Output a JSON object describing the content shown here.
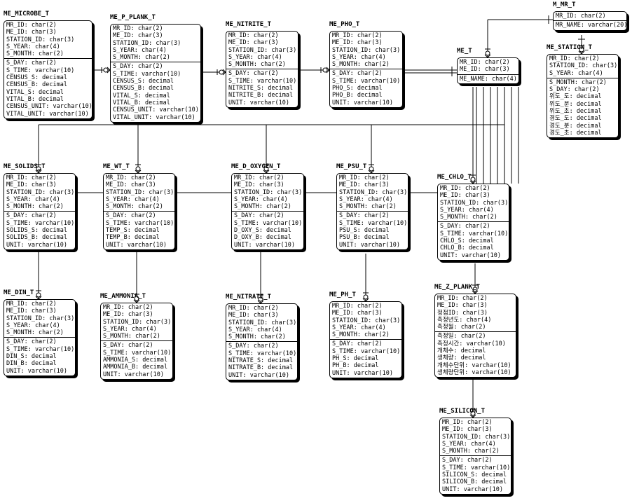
{
  "entities": {
    "microbe": {
      "name": "ME_MICROBE_T",
      "pk": [
        "MR_ID: char(2)",
        "ME_ID: char(3)",
        "STATION_ID: char(3)",
        "S_YEAR: char(4)",
        "S_MONTH: char(2)"
      ],
      "attrs": [
        "S_DAY: char(2)",
        "S_TIME: varchar(10)",
        "CENSUS_S: decimal",
        "CENSUS_B: decimal",
        "VITAL_S: decimal",
        "VITAL_B: decimal",
        "CENSUS_UNIT: varchar(10)",
        "VITAL_UNIT: varchar(10)"
      ]
    },
    "p_plank": {
      "name": "ME_P_PLANK_T",
      "pk": [
        "MR_ID: char(2)",
        "ME_ID: char(3)",
        "STATION_ID: char(3)",
        "S_YEAR: char(4)",
        "S_MONTH: char(2)"
      ],
      "attrs": [
        "S_DAY: char(2)",
        "S_TIME: varchar(10)",
        "CENSUS_S: decimal",
        "CENSUS_B: decimal",
        "VITAL_S: decimal",
        "VITAL_B: decimal",
        "CENSUS_UNIT: varchar(10)",
        "VITAL_UNIT: varchar(10)"
      ]
    },
    "nitrite": {
      "name": "ME_NITRITE_T",
      "pk": [
        "MR_ID: char(2)",
        "ME_ID: char(3)",
        "STATION_ID: char(3)",
        "S_YEAR: char(4)",
        "S_MONTH: char(2)"
      ],
      "attrs": [
        "S_DAY: char(2)",
        "S_TIME: varchar(10)",
        "NITRITE_S: decimal",
        "NITRITE_B: decimal",
        "UNIT: varchar(10)"
      ]
    },
    "pho": {
      "name": "ME_PHO_T",
      "pk": [
        "MR_ID: char(2)",
        "ME_ID: char(3)",
        "STATION_ID: char(3)",
        "S_YEAR: char(4)",
        "S_MONTH: char(2)"
      ],
      "attrs": [
        "S_DAY: char(2)",
        "S_TIME: varchar(10)",
        "PHO_S: decimal",
        "PHO_B: decimal",
        "UNIT: varchar(10)"
      ]
    },
    "me": {
      "name": "ME_T",
      "pk": [
        "MR_ID: char(2)",
        "ME_ID: char(3)"
      ],
      "attrs": [
        "ME_NAME: char(4)"
      ]
    },
    "mr": {
      "name": "M_MR_T",
      "pk": [
        "MR_ID: char(2)"
      ],
      "attrs": [
        "MR_NAME: varchar(20)"
      ]
    },
    "station": {
      "name": "ME_STATION_T",
      "pk": [
        "MR_ID: char(2)",
        "STATION_ID: char(3)",
        "S_YEAR: char(4)"
      ],
      "attrs": [
        "S_MONTH: char(2)",
        "S_DAY: char(2)",
        "위도_도: decimal",
        "위도_분: decimal",
        "위도_초: decimal",
        "경도_도: decimal",
        "경도_분: decimal",
        "경도_초: decimal"
      ]
    },
    "solids": {
      "name": "ME_SOLIDS_T",
      "pk": [
        "MR_ID: char(2)",
        "ME_ID: char(3)",
        "STATION_ID: char(3)",
        "S_YEAR: char(4)",
        "S_MONTH: char(2)"
      ],
      "attrs": [
        "S_DAY: char(2)",
        "S_TIME: varchar(10)",
        "SOLIDS_S: decimal",
        "SOLIDS_B: decimal",
        "UNIT: varchar(10)"
      ]
    },
    "wt": {
      "name": "ME_WT_T",
      "pk": [
        "MR_ID: char(2)",
        "ME_ID: char(3)",
        "STATION_ID: char(3)",
        "S_YEAR: char(4)",
        "S_MONTH: char(2)"
      ],
      "attrs": [
        "S_DAY: char(2)",
        "S_TIME: varchar(10)",
        "TEMP_S: decimal",
        "TEMP_B: decimal",
        "UNIT: varchar(10)"
      ]
    },
    "d_oxygen": {
      "name": "ME_D_OXYGEN_T",
      "pk": [
        "MR_ID: char(2)",
        "ME_ID: char(3)",
        "STATION_ID: char(3)",
        "S_YEAR: char(4)",
        "S_MONTH: char(2)"
      ],
      "attrs": [
        "S_DAY: char(2)",
        "S_TIME: varchar(10)",
        "D_OXY_S: decimal",
        "D_OXY_B: decimal",
        "UNIT: varchar(10)"
      ]
    },
    "psu": {
      "name": "ME_PSU_T",
      "pk": [
        "MR_ID: char(2)",
        "ME_ID: char(3)",
        "STATION_ID: char(3)",
        "S_YEAR: char(4)",
        "S_MONTH: char(2)"
      ],
      "attrs": [
        "S_DAY: char(2)",
        "S_TIME: varchar(10)",
        "PSU_S: decimal",
        "PSU_B: decimal",
        "UNIT: varchar(10)"
      ]
    },
    "chlo": {
      "name": "ME_CHLO_T",
      "pk": [
        "MR_ID: char(2)",
        "ME_ID: char(3)",
        "STATION_ID: char(3)",
        "S_YEAR: char(4)",
        "S_MONTH: char(2)"
      ],
      "attrs": [
        "S_DAY: char(2)",
        "S_TIME: varchar(10)",
        "CHLO_S: decimal",
        "CHLO_B: decimal",
        "UNIT: varchar(10)"
      ]
    },
    "din": {
      "name": "ME_DIN_T",
      "pk": [
        "MR_ID: char(2)",
        "ME_ID: char(3)",
        "STATION_ID: char(3)",
        "S_YEAR: char(4)",
        "S_MONTH: char(2)"
      ],
      "attrs": [
        "S_DAY: char(2)",
        "S_TIME: varchar(10)",
        "DIN_S: decimal",
        "DIN_B: decimal",
        "UNIT: varchar(10)"
      ]
    },
    "ammonia": {
      "name": "ME_AMMONIA_T",
      "pk": [
        "MR_ID: char(2)",
        "ME_ID: char(3)",
        "STATION_ID: char(3)",
        "S_YEAR: char(4)",
        "S_MONTH: char(2)"
      ],
      "attrs": [
        "S_DAY: char(2)",
        "S_TIME: varchar(10)",
        "AMMONIA_S: decimal",
        "AMMONIA_B: decimal",
        "UNIT: varchar(10)"
      ]
    },
    "nitrate": {
      "name": "ME_NITRATE_T",
      "pk": [
        "MR_ID: char(2)",
        "ME_ID: char(3)",
        "STATION_ID: char(3)",
        "S_YEAR: char(4)",
        "S_MONTH: char(2)"
      ],
      "attrs": [
        "S_DAY: char(2)",
        "S_TIME: varchar(10)",
        "NITRATE_S: decimal",
        "NITRATE_B: decimal",
        "UNIT: varchar(10)"
      ]
    },
    "ph": {
      "name": "ME_PH_T",
      "pk": [
        "MR_ID: char(2)",
        "ME_ID: char(3)",
        "STATION_ID: char(3)",
        "S_YEAR: char(4)",
        "S_MONTH: char(2)"
      ],
      "attrs": [
        "S_DAY: char(2)",
        "S_TIME: varchar(10)",
        "PH_S: decimal",
        "PH_B: decimal",
        "UNIT: varchar(10)"
      ]
    },
    "z_plank": {
      "name": "ME_Z_PLANK_T",
      "pk": [
        "MR_ID: char(2)",
        "ME_ID: char(3)",
        "정점ID: char(3)",
        "측정년도: char(4)",
        "측정월: char(2)"
      ],
      "attrs": [
        "측정일: char(2)",
        "측정시간: varchar(10)",
        "개체수: decimal",
        "생체량: decimal",
        "개체수단위: varchar(10)",
        "생체량단위: varchar(10)"
      ]
    },
    "silicon": {
      "name": "ME_SILICON_T",
      "pk": [
        "MR_ID: char(2)",
        "ME_ID: char(3)",
        "STATION_ID: char(3)",
        "S_YEAR: char(4)",
        "S_MONTH: char(2)"
      ],
      "attrs": [
        "S_DAY: char(2)",
        "S_TIME: varchar(10)",
        "SILICON_S: decimal",
        "SILICON_B: decimal",
        "UNIT: varchar(10)"
      ]
    }
  }
}
